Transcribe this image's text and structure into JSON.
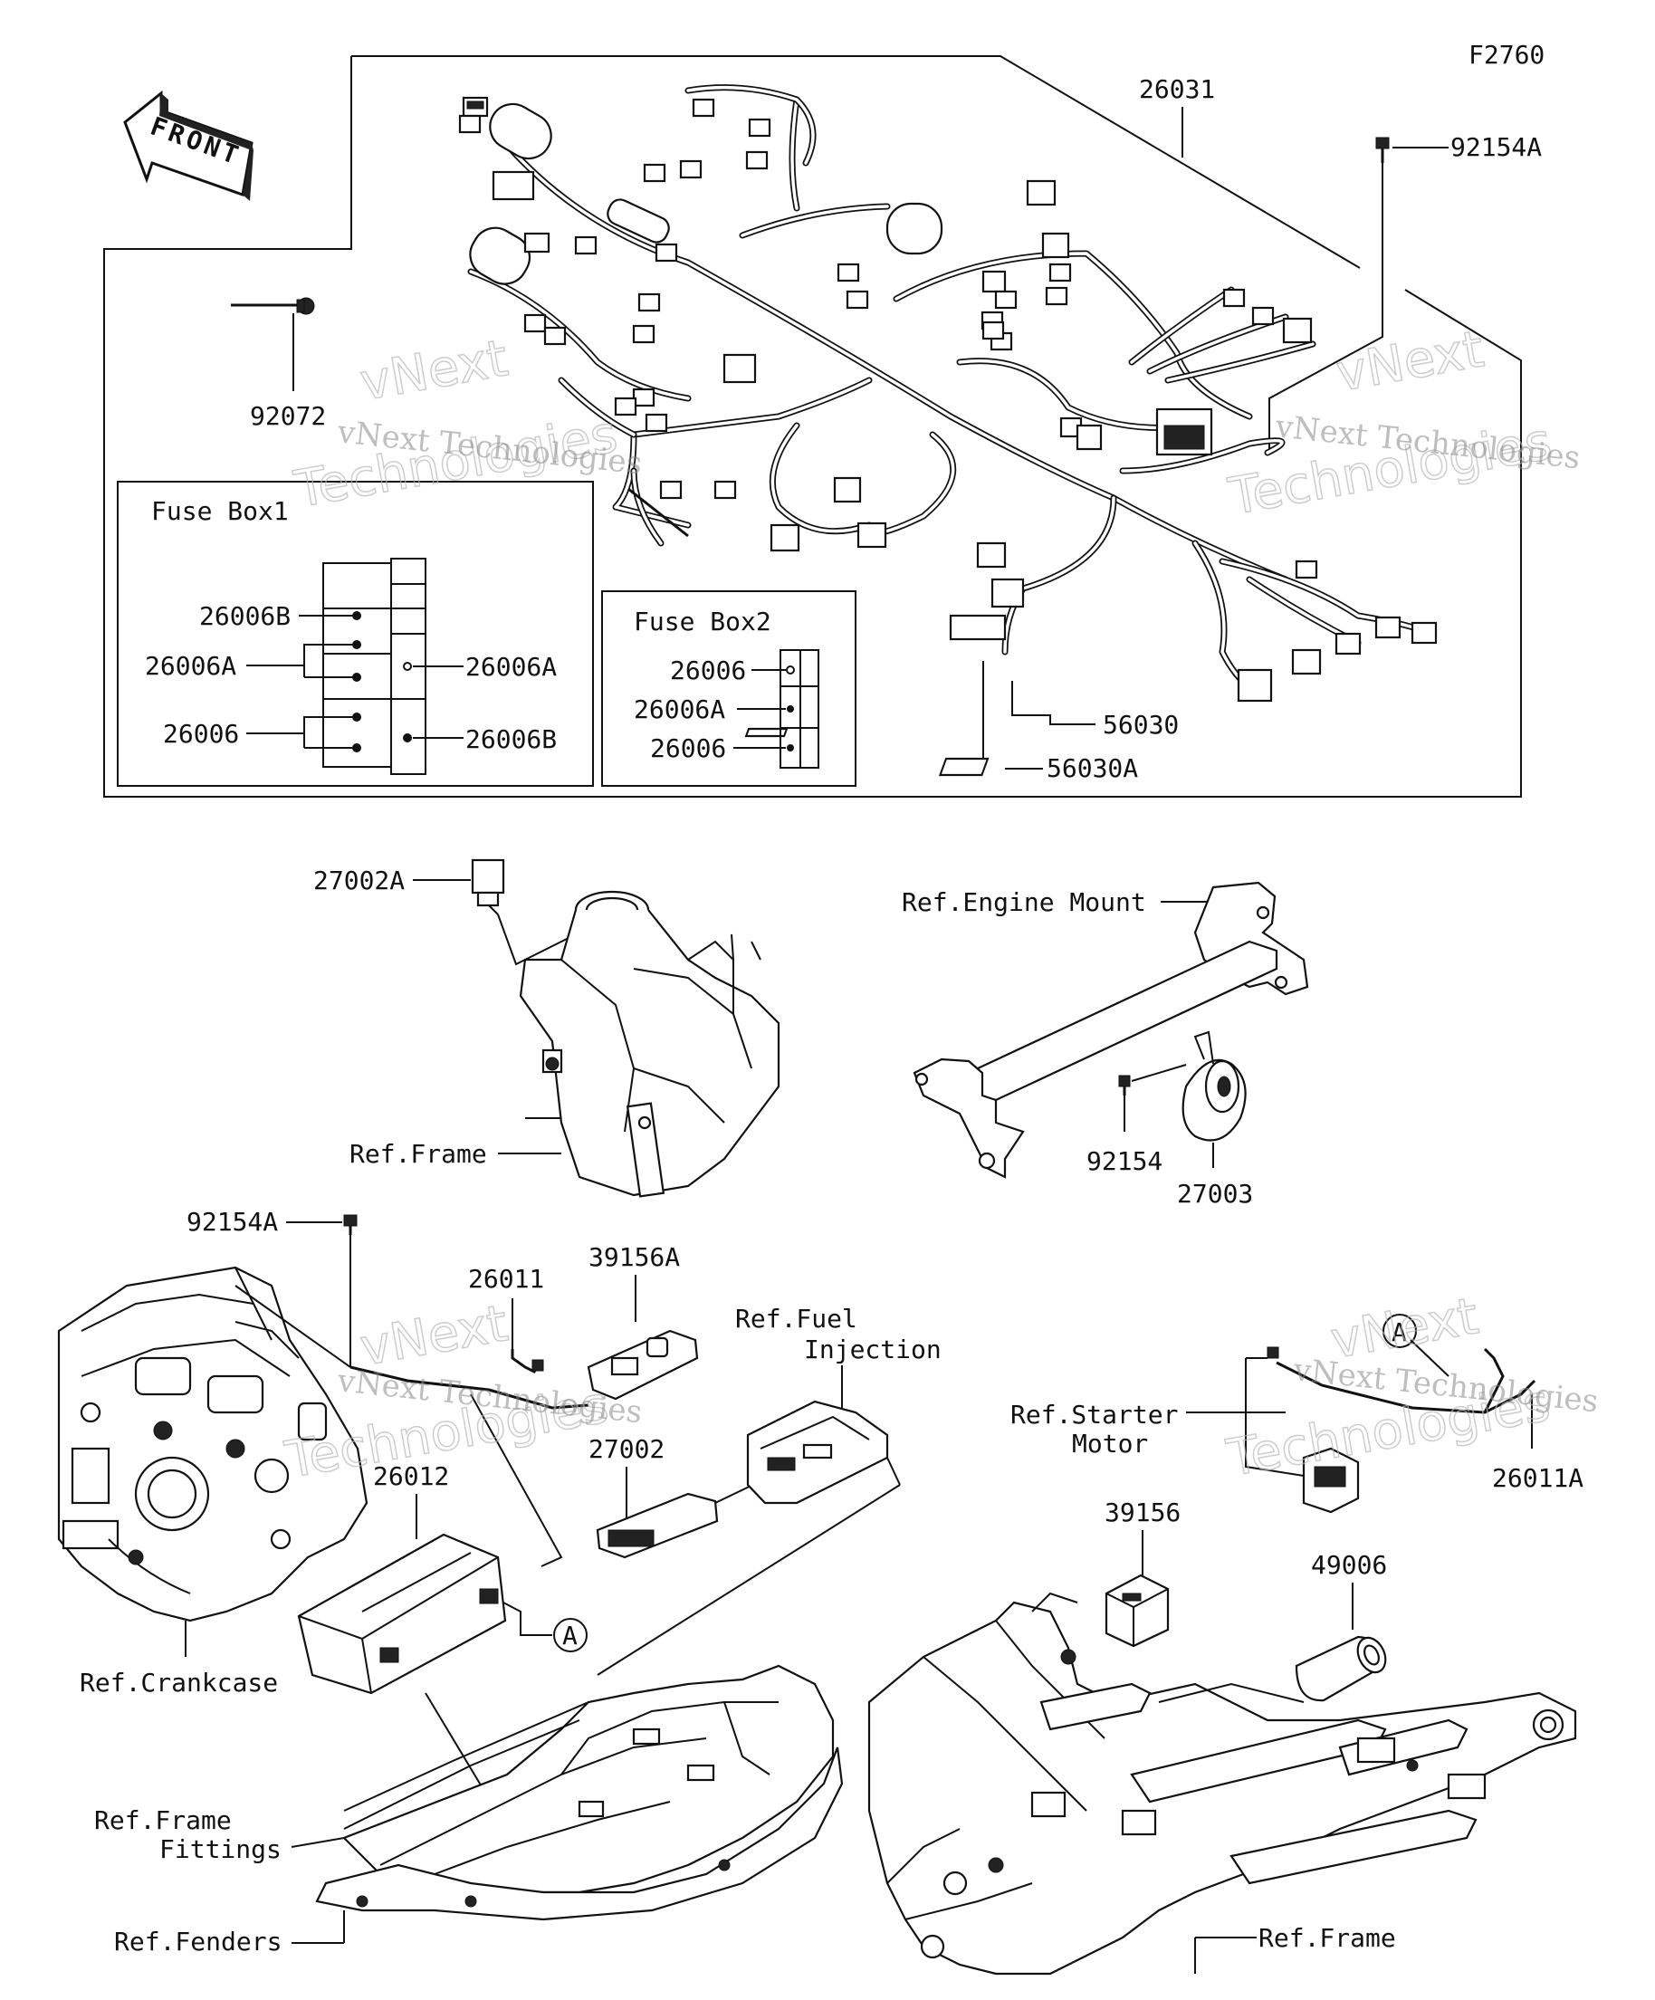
{
  "diagram_code": "F2760",
  "front_arrow": "FRONT",
  "main_harness_label": "26031",
  "labels": {
    "bolt_top": "92154A",
    "clamp": "92072",
    "fuse1_title": "Fuse Box1",
    "fuse1_a": "26006B",
    "fuse1_b": "26006A",
    "fuse1_c": "26006",
    "fuse1_r1": "26006A",
    "fuse1_r2": "26006B",
    "fuse2_title": "Fuse Box2",
    "fuse2_a": "26006",
    "fuse2_b": "26006A",
    "fuse2_c": "26006",
    "label_56030": "56030",
    "label_56030A": "56030A",
    "relay_27002A": "27002A",
    "ref_frame_1": "Ref.Frame",
    "ref_engine_mount": "Ref.Engine Mount",
    "bolt_92154": "92154",
    "horn_27003": "27003",
    "bolt_92154A_low": "92154A",
    "cable_26011": "26011",
    "cover_39156A": "39156A",
    "ref_fuel_1": "Ref.Fuel",
    "ref_fuel_2": "Injection",
    "ref_starter_1": "Ref.Starter",
    "ref_starter_2": "Motor",
    "cable_26011A": "26011A",
    "relay_27002": "27002",
    "battery_26012": "26012",
    "ref_crankcase": "Ref.Crankcase",
    "cover_39156": "39156",
    "part_49006": "49006",
    "ref_frame_fittings_1": "Ref.Frame",
    "ref_frame_fittings_2": "Fittings",
    "ref_fenders": "Ref.Fenders",
    "ref_frame_2": "Ref.Frame",
    "circle_a": "A"
  },
  "watermark": {
    "line1": "vNext",
    "line2": "Technologies",
    "line3": "vNext Technologies"
  }
}
